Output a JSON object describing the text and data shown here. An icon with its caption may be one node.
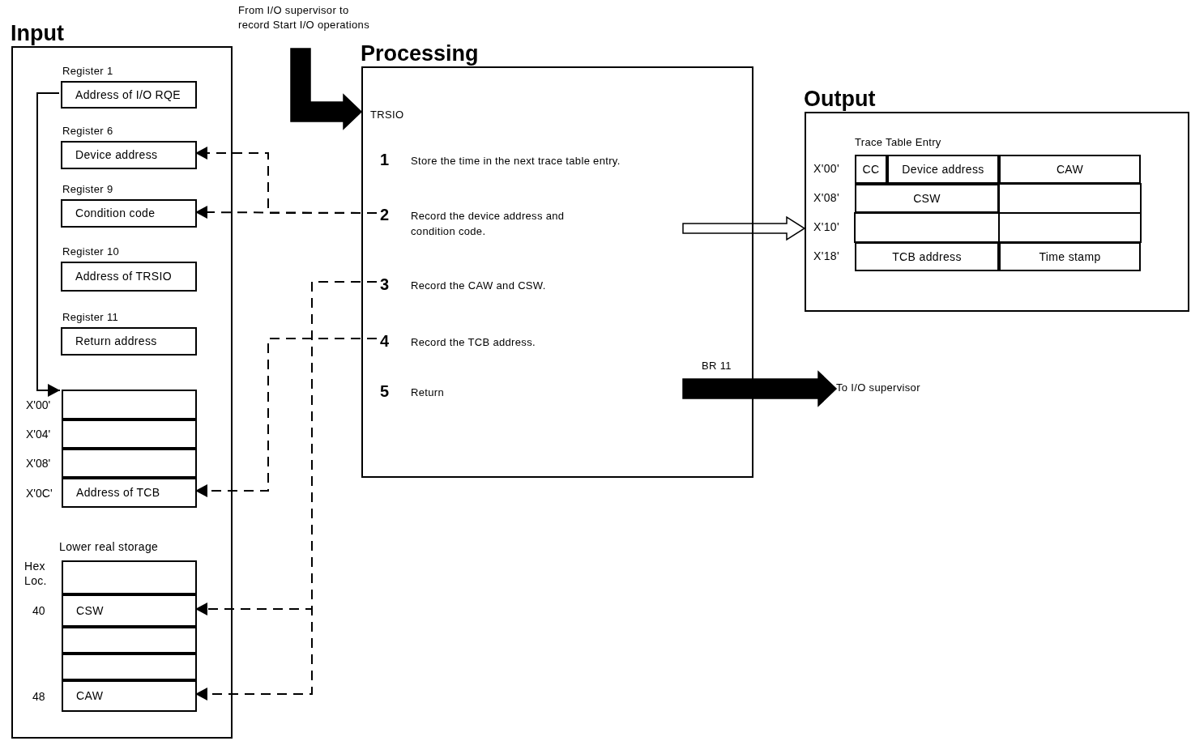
{
  "diagram": {
    "nodes": [
      {
        "text": [
          "Input"
        ]
      },
      {
        "text": [
          "Register 1",
          "Address of I/O RQE"
        ],
        "in": 0
      },
      {
        "text": [
          "Register 6",
          "Device address"
        ],
        "in": 0
      },
      {
        "text": [
          "Register 9",
          "Condition code"
        ],
        "in": 0
      },
      {
        "text": [
          "Register 10",
          "Address of TRSIO"
        ],
        "in": 0
      },
      {
        "text": [
          "Register 11",
          "Return address"
        ],
        "in": 0
      },
      {
        "text": [],
        "shape": "box",
        "beside": [
          "X'00'"
        ],
        "in": 0
      },
      {
        "text": [],
        "shape": "box",
        "beside": [
          "X'04'"
        ],
        "in": 0
      },
      {
        "text": [],
        "shape": "box",
        "beside": [
          "X'08'"
        ],
        "in": 0
      },
      {
        "text": [
          "Address of TCB"
        ],
        "beside": [
          "X'0C'"
        ],
        "in": 0
      },
      {
        "text": [],
        "shape": "box",
        "in": 0
      },
      {
        "text": [
          "CSW"
        ],
        "beside": [
          "40"
        ],
        "in": 0
      },
      {
        "text": [],
        "shape": "box",
        "in": 0
      },
      {
        "text": [],
        "shape": "box",
        "in": 0
      },
      {
        "text": [
          "CAW"
        ],
        "beside": [
          "48"
        ],
        "in": 0
      },
      {
        "text": [
          "Processing",
          "TRSIO"
        ]
      },
      {
        "text": [
          "1",
          "Store the time in the next trace table entry."
        ],
        "in": 15
      },
      {
        "text": [
          "2",
          "Record the device address and condition code."
        ],
        "in": 15
      },
      {
        "text": [
          "3",
          "Record the CAW and CSW."
        ],
        "in": 15
      },
      {
        "text": [
          "4",
          "Record the TCB address."
        ],
        "in": 15
      },
      {
        "text": [
          "5",
          "Return"
        ],
        "in": 15
      },
      {
        "text": [
          "Output",
          "Trace Table Entry"
        ]
      },
      {
        "text": [
          "From I/O supervisor to record Start I/O operations"
        ]
      },
      {
        "text": [
          "To I/O supervisor"
        ]
      }
    ],
    "edges": [
      {
        "from": 1,
        "to": 6,
        "arrow": "to"
      },
      {
        "from": 17,
        "to": 2,
        "arrow": "to",
        "style": "dashed"
      },
      {
        "from": 17,
        "to": 3,
        "arrow": "to",
        "style": "dashed"
      },
      {
        "from": 18,
        "to": 11,
        "arrow": "to",
        "style": "dashed"
      },
      {
        "from": 18,
        "to": 14,
        "arrow": "to",
        "style": "dashed"
      },
      {
        "from": 19,
        "to": 9,
        "arrow": "to",
        "style": "dashed"
      },
      {
        "from": 22,
        "to": 15,
        "arrow": "to",
        "style": "thick"
      },
      {
        "from": 15,
        "to": 21,
        "arrow": "to",
        "style": "thick",
        "color": "#ffffff"
      },
      {
        "from": 15,
        "to": 23,
        "arrow": "to",
        "style": "thick",
        "label": "BR 11"
      }
    ],
    "labels": [
      "Lower real storage",
      "Hex Loc.",
      "X'00'",
      "CC",
      "Device address",
      "CAW",
      "X'08'",
      "CSW",
      "X'10'",
      "X'18'",
      "TCB address",
      "Time stamp"
    ]
  }
}
